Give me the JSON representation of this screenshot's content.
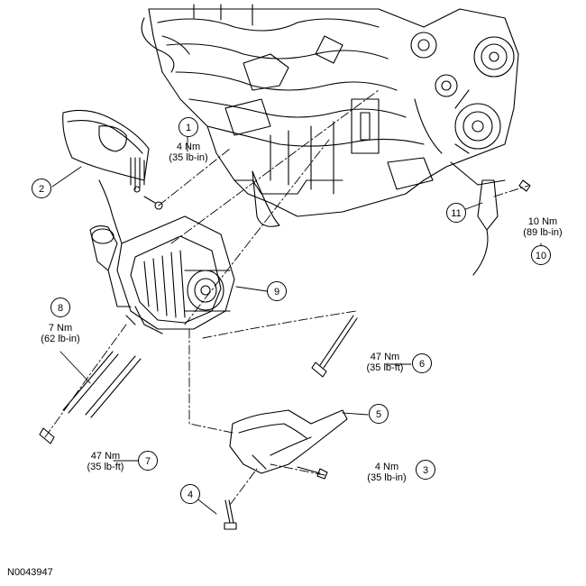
{
  "figure_id": "N0043947",
  "callouts": [
    "1",
    "2",
    "3",
    "4",
    "5",
    "6",
    "7",
    "8",
    "9",
    "10",
    "11"
  ],
  "torque_specs": {
    "t1": [
      "4 Nm",
      "(35 lb-in)"
    ],
    "t3": [
      "4 Nm",
      "(35 lb-in)"
    ],
    "t6": [
      "47 Nm",
      "(35 lb-ft)"
    ],
    "t7": [
      "47 Nm",
      "(35 lb-ft)"
    ],
    "t8": [
      "7 Nm",
      "(62 lb-in)"
    ],
    "t10": [
      "10 Nm",
      "(89 lb-in)"
    ]
  }
}
